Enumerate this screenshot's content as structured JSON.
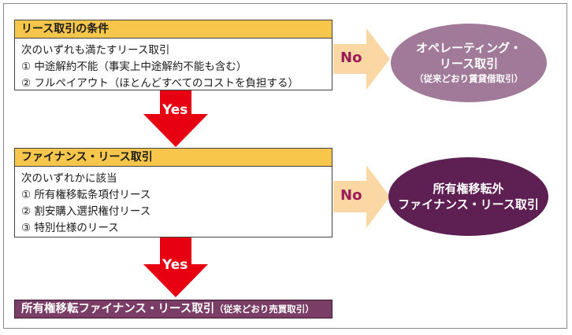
{
  "box1": {
    "header": "リース取引の条件",
    "lines": [
      "次のいずれも満たすリース取引",
      "① 中途解約不能（事実上中途解約不能も含む）",
      "② フルペイアウト（ほとんどすべてのコストを負担する）"
    ]
  },
  "yes1": "Yes",
  "no1": "No",
  "ellipse1": {
    "line1": "オペレーティング・",
    "line2": "リース取引",
    "sub": "（従来どおり賃貸借取引）"
  },
  "box2": {
    "header": "ファイナンス・リース取引",
    "lines": [
      "次のいずれかに該当",
      "① 所有権移転条項付リース",
      "② 割安購入選択権付リース",
      "③ 特別仕様のリース"
    ]
  },
  "yes2": "Yes",
  "no2": "No",
  "ellipse2": {
    "line1": "所有権移転外",
    "line2": "ファイナンス・リース取引"
  },
  "final": {
    "main": "所有権移転ファイナンス・リース取引",
    "sub": "（従来どおり売買取引）"
  },
  "colors": {
    "header_fill": "#f7c64a",
    "yes_arrow": "#e60012",
    "no_arrow": "#fbd7a3",
    "ellipse1": "#a07a98",
    "ellipse2": "#5e1f52",
    "final_fill": "#7a3d66"
  }
}
